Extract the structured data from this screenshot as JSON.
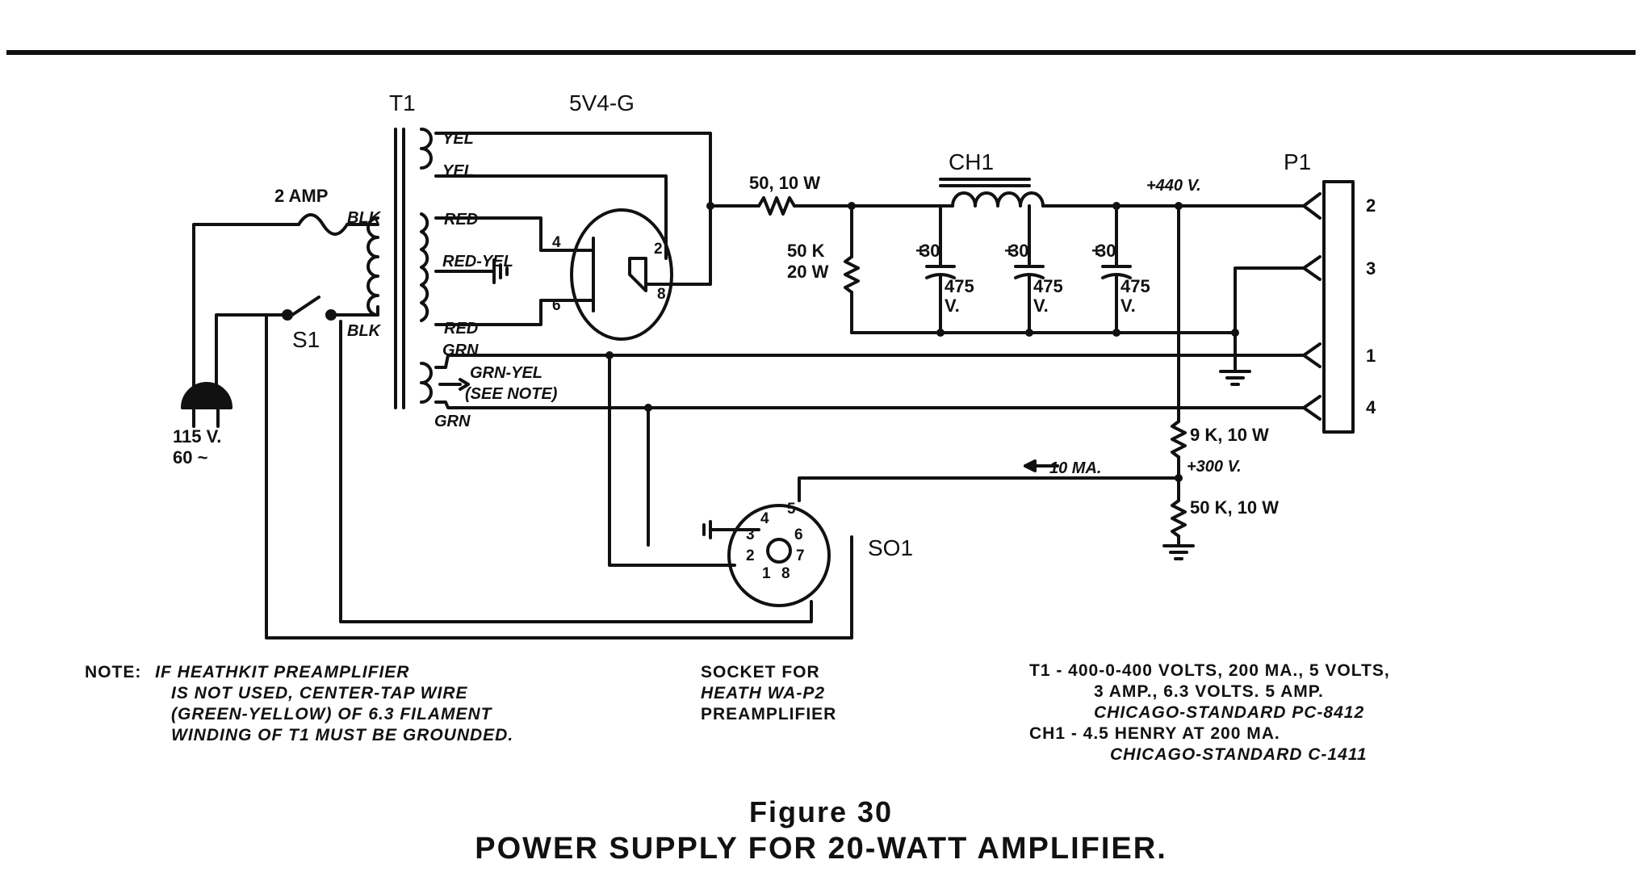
{
  "figure": {
    "number_label": "Figure 30",
    "title": "POWER SUPPLY FOR 20-WATT AMPLIFIER."
  },
  "labels": {
    "t1": "T1",
    "tube": "5V4-G",
    "fuse": "2 AMP",
    "switch": "S1",
    "plug_voltage": "115 V.",
    "plug_freq": "60 ~",
    "wire_yel_1": "YEL",
    "wire_yel_2": "YEL",
    "wire_red_1": "RED",
    "wire_red_yel": "RED-YEL",
    "wire_red_2": "RED",
    "wire_blk_1": "BLK",
    "wire_blk_2": "BLK",
    "wire_grn_1": "GRN",
    "wire_grn_yel": "GRN-YEL",
    "wire_see_note": "(SEE NOTE)",
    "wire_grn_2": "GRN",
    "resistor_series": "50, 10 W",
    "bleeder_value": "50 K",
    "bleeder_watt": "20 W",
    "choke": "CH1",
    "cap_value": "30",
    "cap_voltage": "475",
    "cap_v": "V.",
    "b_plus": "+440 V.",
    "resistor_9k": "9 K, 10 W",
    "b_300": "+300 V.",
    "resistor_50k": "50 K, 10 W",
    "current": "10 MA.",
    "socket": "SO1",
    "plug_p1": "P1",
    "p1_pins": [
      "2",
      "3",
      "1",
      "4"
    ],
    "tube_pins": [
      "4",
      "2",
      "6",
      "8"
    ],
    "socket_pins": [
      "4",
      "5",
      "3",
      "6",
      "2",
      "7",
      "1",
      "8"
    ]
  },
  "notes": {
    "note_prefix": "NOTE:",
    "note_lines": [
      "IF HEATHKIT PREAMPLIFIER",
      "IS NOT USED, CENTER-TAP WIRE",
      "(GREEN-YELLOW) OF 6.3 FILAMENT",
      "WINDING OF T1 MUST BE GROUNDED."
    ],
    "socket_lines": [
      "SOCKET FOR",
      "HEATH WA-P2",
      "PREAMPLIFIER"
    ],
    "parts_lines": [
      "T1 - 400-0-400 VOLTS, 200 MA., 5 VOLTS,",
      "3 AMP., 6.3 VOLTS. 5 AMP.",
      "CHICAGO-STANDARD PC-8412",
      "CH1 - 4.5 HENRY AT 200 MA.",
      "CHICAGO-STANDARD C-1411"
    ]
  }
}
